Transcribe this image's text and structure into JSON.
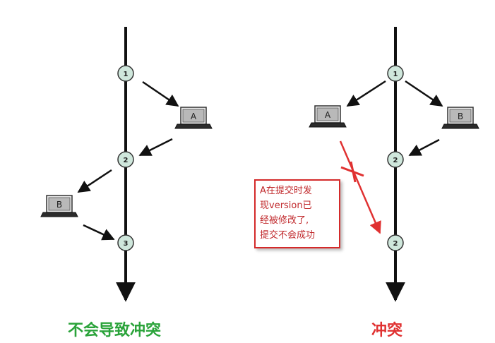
{
  "left": {
    "caption": "不会导致冲突",
    "nodes": [
      "1",
      "2",
      "3"
    ],
    "computers": [
      "A",
      "B"
    ]
  },
  "right": {
    "caption": "冲突",
    "nodes": [
      "1",
      "2",
      "2"
    ],
    "computers": [
      "A",
      "B"
    ],
    "note_lines": [
      "A在提交时发",
      "现version已",
      "经被修改了,",
      "提交不会成功"
    ]
  },
  "colors": {
    "timeline": "#111111",
    "node_fill": "#cfe7dc",
    "conflict_red": "#e03131",
    "no_conflict_green": "#2aa33a"
  }
}
